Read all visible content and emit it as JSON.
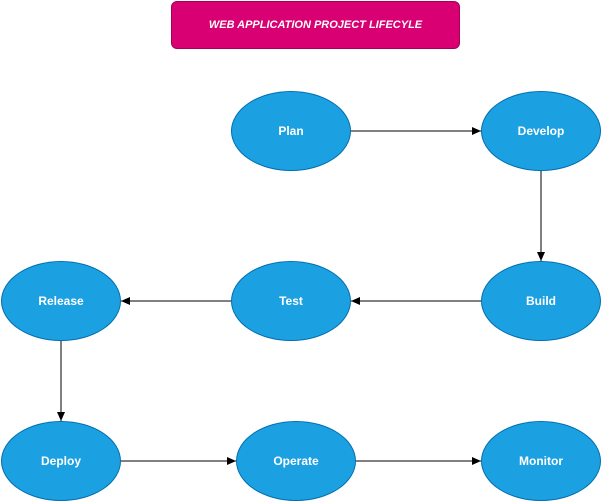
{
  "title": {
    "text": "WEB APPLICATION PROJECT LIFECYLE",
    "color": "#d80073"
  },
  "colors": {
    "node_fill": "#1ba1e2",
    "node_border": "#006eaf",
    "arrow": "#000000"
  },
  "nodes": {
    "plan": "Plan",
    "develop": "Develop",
    "build": "Build",
    "test": "Test",
    "release": "Release",
    "deploy": "Deploy",
    "operate": "Operate",
    "monitor": "Monitor"
  },
  "edges": [
    {
      "from": "plan",
      "to": "develop"
    },
    {
      "from": "develop",
      "to": "build"
    },
    {
      "from": "build",
      "to": "test"
    },
    {
      "from": "test",
      "to": "release"
    },
    {
      "from": "release",
      "to": "deploy"
    },
    {
      "from": "deploy",
      "to": "operate"
    },
    {
      "from": "operate",
      "to": "monitor"
    }
  ]
}
